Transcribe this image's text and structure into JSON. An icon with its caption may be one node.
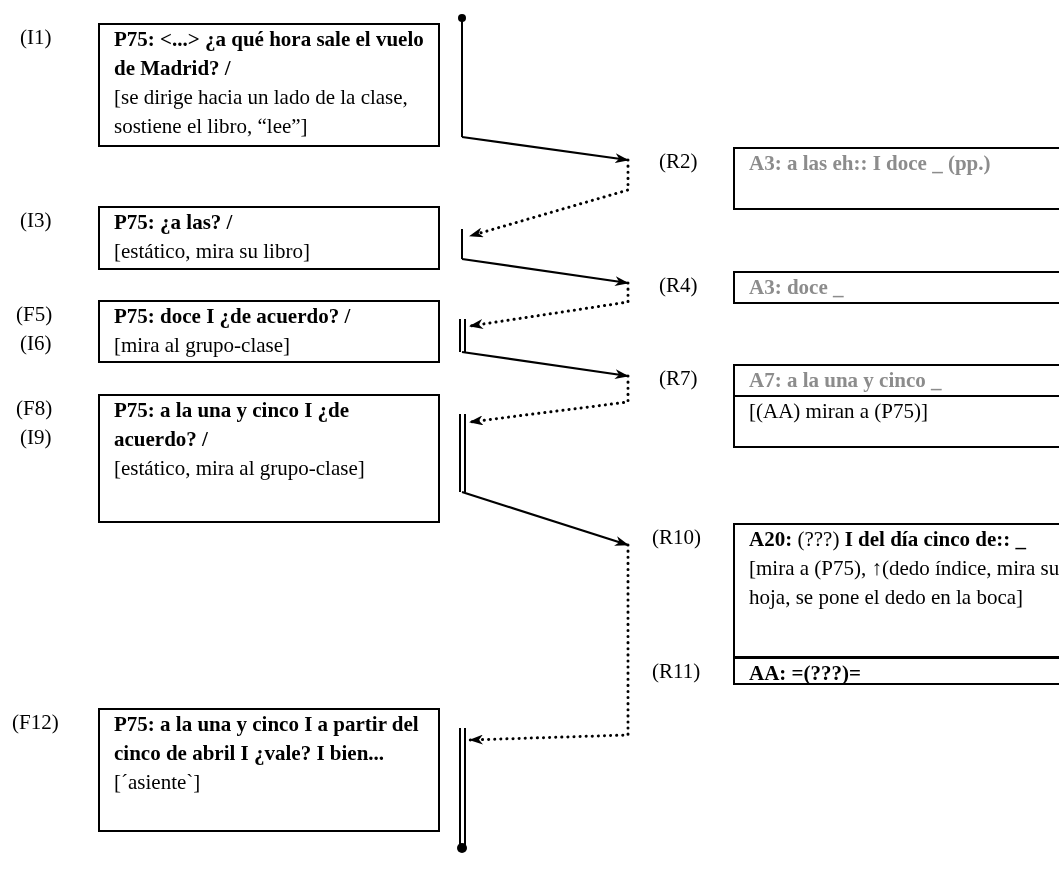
{
  "diagram": {
    "nodes": [
      {
        "text": [
          "**P75: <...> ¿a qué hora sale el vuelo de Madrid? /**",
          "[se dirige hacia un lado de la clase, sostiene el libro, “lee”]"
        ],
        "beside": [
          "(I1)"
        ]
      },
      {
        "text": [
          "**A3: a las eh:: I doce _ (pp.)**"
        ],
        "beside": [
          "(R2)"
        ]
      },
      {
        "text": [
          "**P75: ¿a las? /**",
          "[estático, mira su libro]"
        ],
        "beside": [
          "(I3)"
        ]
      },
      {
        "text": [
          "**A3: doce _**"
        ],
        "beside": [
          "(R4)"
        ]
      },
      {
        "text": [
          "**P75: doce I ¿de acuerdo? /**",
          "[mira al grupo-clase]"
        ],
        "beside": [
          "(F5)",
          "(I6)"
        ]
      },
      {
        "text": [
          "**A7: a la una y cinco _**",
          "[(AA) miran a (P75)]"
        ],
        "beside": [
          "(R7)"
        ]
      },
      {
        "text": [
          "**P75: a la una y cinco I ¿de acuerdo? /**",
          "[estático, mira al grupo-clase]"
        ],
        "beside": [
          "(F8)",
          "(I9)"
        ]
      },
      {
        "text": [
          "**A20:** (???) **I del día cinco de:: _**",
          "[mira a (P75), ↑(dedo índice, mira su hoja, se pone el dedo en la boca]"
        ],
        "beside": [
          "(R10)"
        ]
      },
      {
        "text": [
          "**P75: a la una y cinco I a partir del cinco de abril I ¿vale? I bien...**",
          "[´asiente`]"
        ],
        "beside": [
          "(F12)"
        ]
      },
      {
        "text": [
          "**AA: =(???)=**"
        ],
        "beside": [
          "(R11)"
        ]
      }
    ],
    "edges": [
      {
        "from": 0,
        "to": 1,
        "arrow": "to"
      },
      {
        "from": 1,
        "to": 2,
        "arrow": "to",
        "style": "dashed"
      },
      {
        "from": 2,
        "to": 3,
        "arrow": "to"
      },
      {
        "from": 3,
        "to": 4,
        "arrow": "to",
        "style": "dashed"
      },
      {
        "from": 4,
        "to": 5,
        "arrow": "to"
      },
      {
        "from": 5,
        "to": 6,
        "arrow": "to",
        "style": "dashed"
      },
      {
        "from": 6,
        "to": 7,
        "arrow": "to"
      },
      {
        "from": 7,
        "to": 8,
        "arrow": "to",
        "style": "dashed"
      }
    ]
  }
}
